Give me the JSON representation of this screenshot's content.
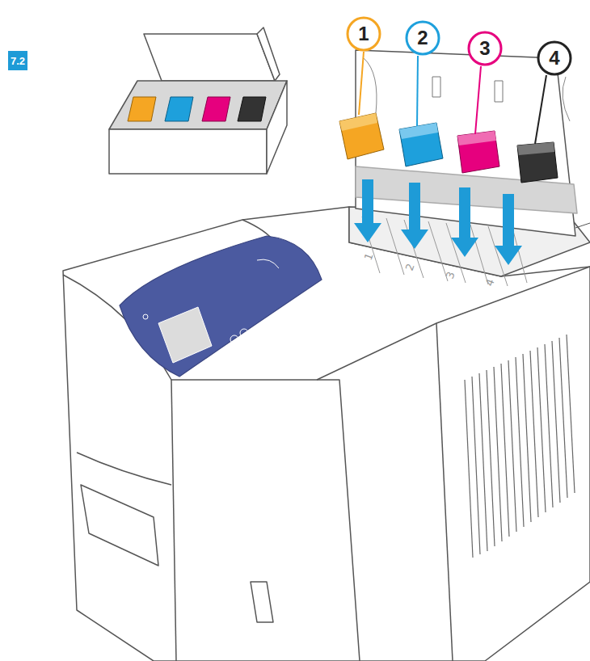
{
  "diagram": {
    "nodes": [
      {
        "text": [
          "7.2"
        ]
      },
      {
        "text": [
          "1"
        ]
      },
      {
        "text": [
          "2"
        ]
      },
      {
        "text": [
          "3"
        ]
      },
      {
        "text": [
          "4"
        ]
      }
    ],
    "labels": [
      "1",
      "2",
      "3",
      "4"
    ]
  }
}
